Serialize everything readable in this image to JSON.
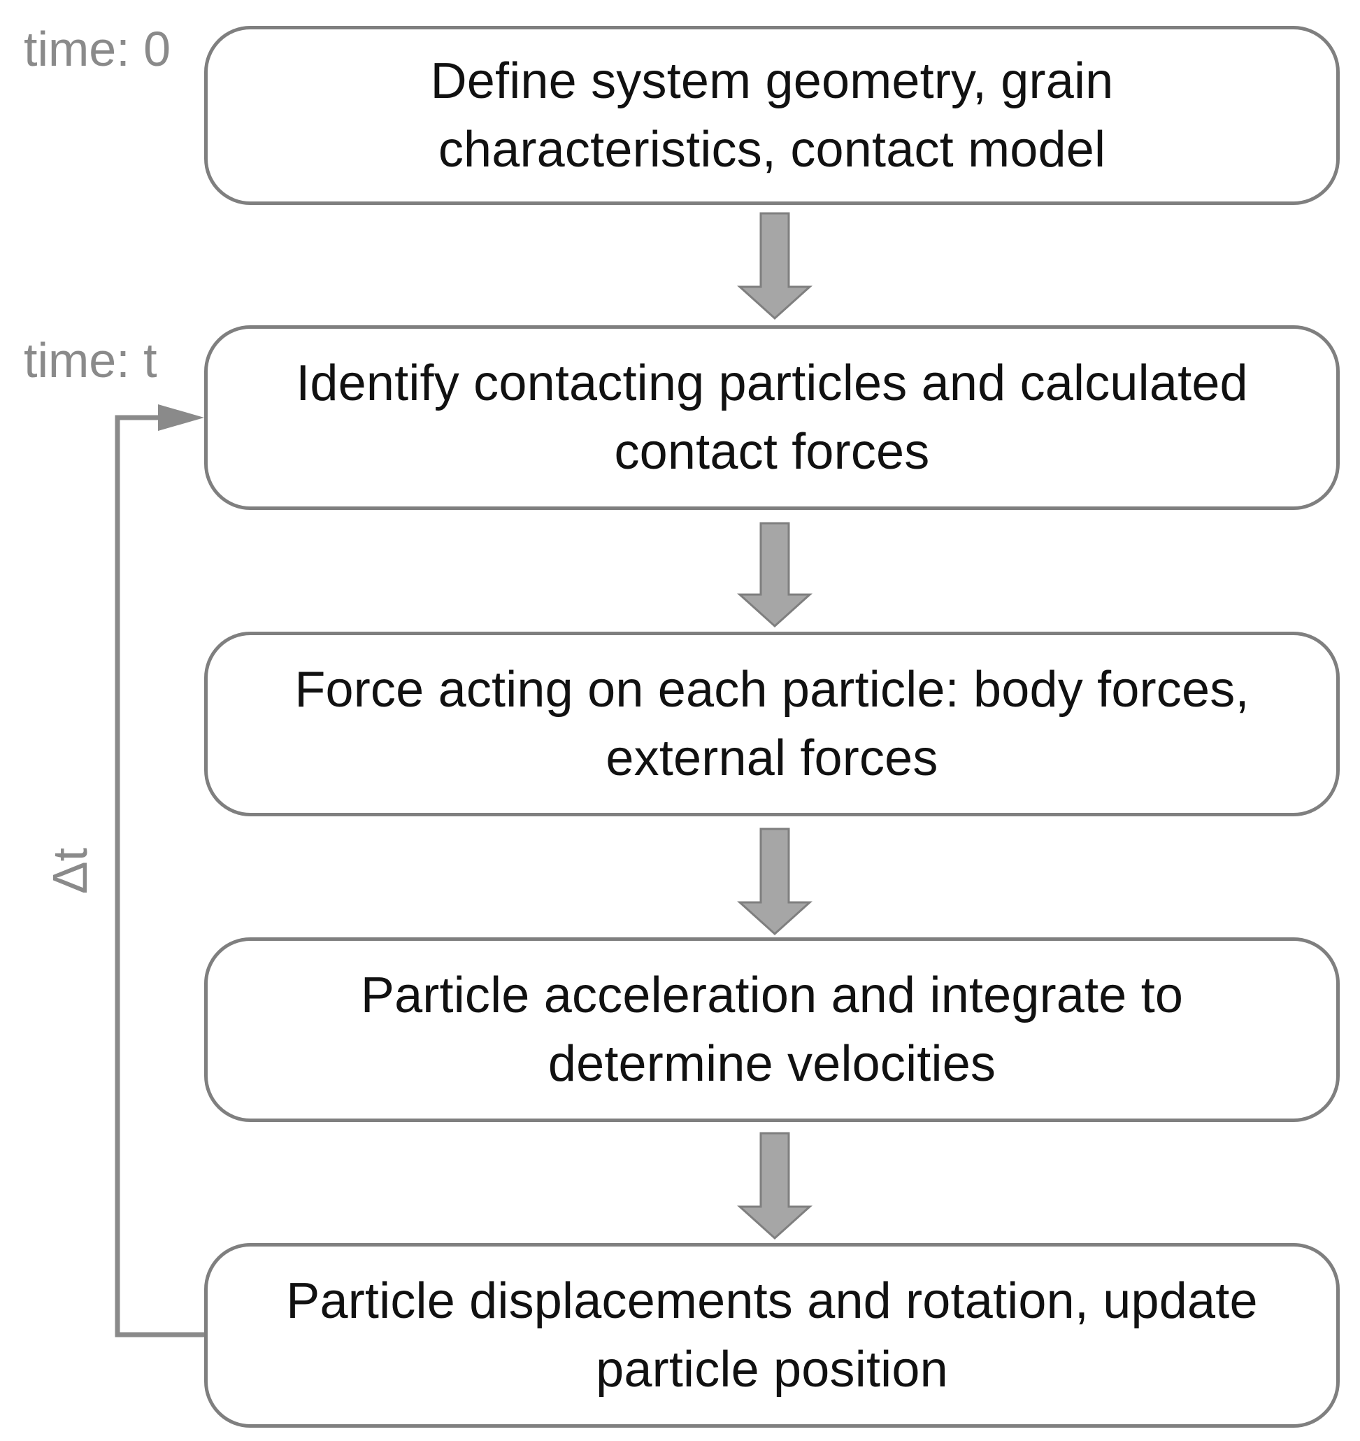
{
  "steps": [
    {
      "text": "Define system geometry, grain characteristics, contact model"
    },
    {
      "text": "Identify contacting particles and calculated contact forces"
    },
    {
      "text": "Force acting on each particle: body forces, external forces"
    },
    {
      "text": "Particle acceleration and integrate to determine velocities"
    },
    {
      "text": "Particle displacements and rotation, update particle position"
    }
  ],
  "labels": {
    "time_start": "time: 0",
    "time_t": "time: t",
    "loop": "Δt"
  },
  "colors": {
    "arrow_fill": "#a6a6a6",
    "arrow_stroke": "#7f7f7f",
    "box_border": "#7f7f7f",
    "loop_line": "#8a8a8a",
    "label_text": "#8a8a8a",
    "step_text": "#111111"
  }
}
